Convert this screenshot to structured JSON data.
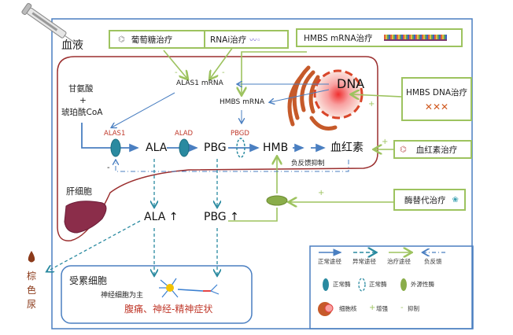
{
  "regions": {
    "blood": "血液",
    "hepatocyte": "肝细胞",
    "affected_cells": "受累细胞",
    "neurons_main": "神经细胞为主",
    "symptoms": "腹痛、神经-精神症状",
    "brown_urine": [
      "棕",
      "色",
      "尿"
    ]
  },
  "substrates": {
    "glycine": "甘氨酸",
    "plus": "+",
    "succinyl_coa": "琥珀酰CoA"
  },
  "nucleus": {
    "dna": "DNA",
    "alas1_mrna": "ALAS1 mRNA",
    "hmbs_mrna": "HMBS mRNA"
  },
  "pathway": {
    "enzymes": [
      "ALAS1",
      "ALAD",
      "PBGD"
    ],
    "metabolites": [
      "ALA",
      "PBG",
      "HMB",
      "血红素"
    ],
    "feedback": "负反馈抑制",
    "feedback_sign": "-",
    "accumulated": [
      "ALA ↑",
      "PBG ↑"
    ]
  },
  "therapies": {
    "glucose": "葡萄糖治疗",
    "rnai": "RNAi治疗",
    "hmbs_mrna": "HMBS mRNA治疗",
    "hmbs_mrna_caption": "mRNA",
    "hmbs_dna": "HMBS DNA治疗",
    "heme": "血红素治疗",
    "enzyme_replacement": "酶替代治疗"
  },
  "signs": {
    "inhibit": "-",
    "enhance": "+"
  },
  "legend": {
    "lines": [
      {
        "label": "正常途径",
        "style": "solid",
        "color": "#4a7fc1"
      },
      {
        "label": "异常途径",
        "style": "dashed",
        "color": "#2a8aa0"
      },
      {
        "label": "治疗途径",
        "style": "solid",
        "color": "#9dc35f"
      },
      {
        "label": "负反馈",
        "style": "dashdot",
        "color": "#4a7fc1"
      }
    ],
    "enzymes": [
      {
        "label": "正常酶",
        "style": "filled",
        "color": "#2a8aa0"
      },
      {
        "label": "正常酶",
        "style": "dashed",
        "color": "#2a8aa0"
      },
      {
        "label": "外源性酶",
        "style": "filled",
        "color": "#8aad4a"
      }
    ],
    "others": [
      {
        "label": "细胞核"
      },
      {
        "label": "增强",
        "symbol": "+"
      },
      {
        "label": "抑制",
        "symbol": "-"
      }
    ]
  },
  "colors": {
    "blood_border": "#4a7fc1",
    "cell_border": "#9b2f2f",
    "therapy_green": "#9dc35f",
    "normal_path": "#4a7fc1",
    "abnormal_path": "#2a8aa0",
    "enzyme_red": "#c0392b",
    "urine_brown": "#8b3a1a"
  }
}
